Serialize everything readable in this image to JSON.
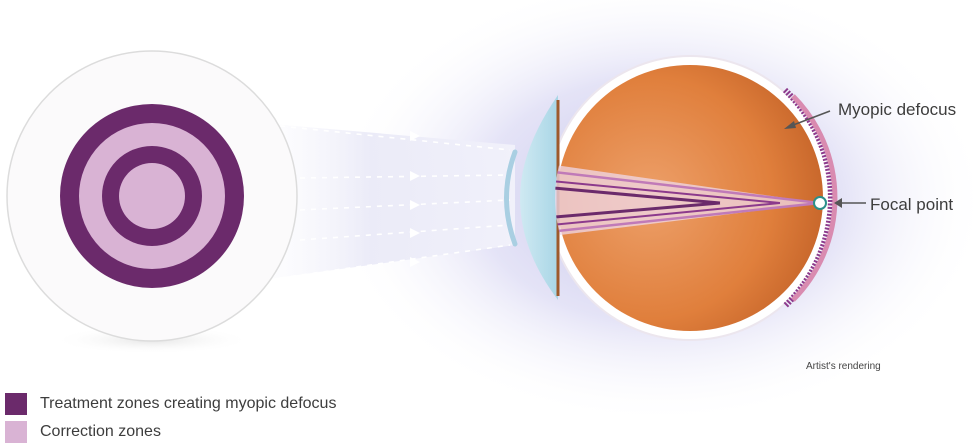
{
  "labels": {
    "myopic_defocus": "Myopic defocus",
    "focal_point": "Focal point",
    "artist_rendering": "Artist's rendering"
  },
  "legend": [
    {
      "label": "Treatment zones creating myopic defocus",
      "color": "#6b2a6b"
    },
    {
      "label": "Correction zones",
      "color": "#d9b3d4"
    }
  ],
  "colors": {
    "treatment": "#6b2a6b",
    "correction": "#d9b3d4",
    "eye_interior": "#e07f3c",
    "glow": "#b7b4e3",
    "focal_ring": "#2a8f8a"
  }
}
